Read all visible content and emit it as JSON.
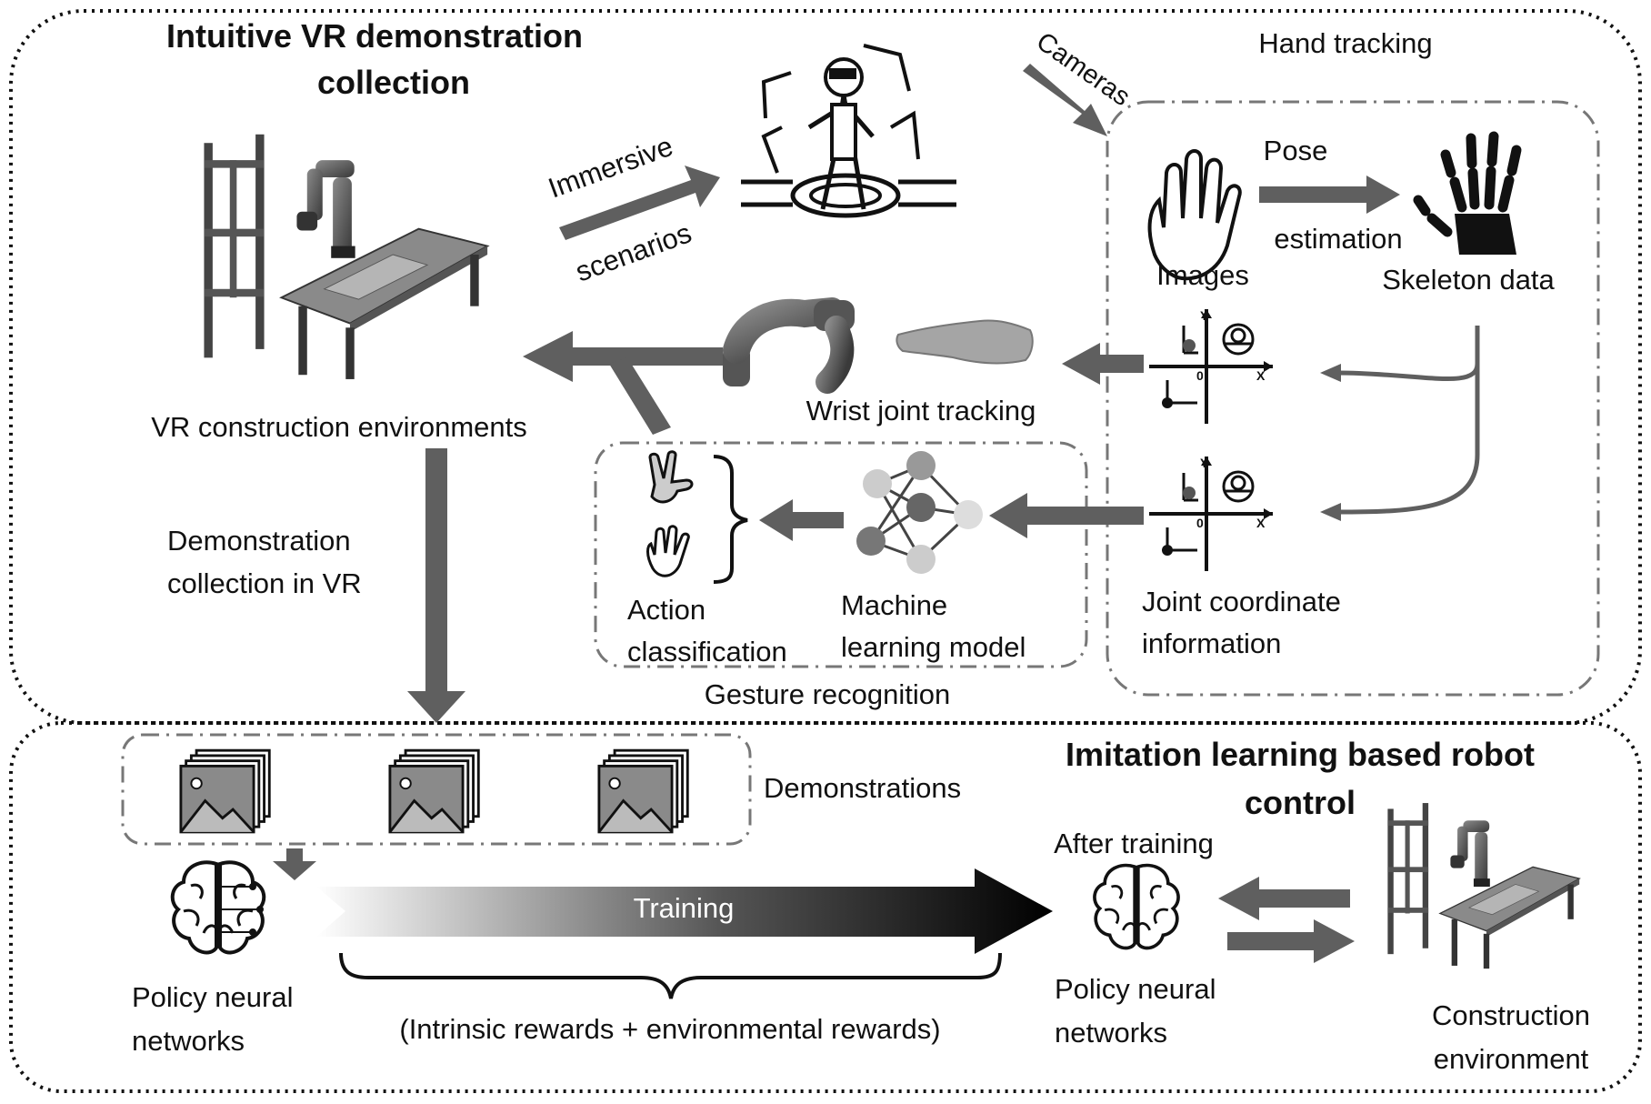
{
  "top_section": {
    "title_line1": "Intuitive VR demonstration",
    "title_line2": "collection"
  },
  "bottom_section": {
    "title_line1": "Imitation learning based robot",
    "title_line2": "control"
  },
  "labels": {
    "immersive": "Immersive",
    "scenarios": "scenarios",
    "cameras": "Cameras",
    "hand_tracking": "Hand tracking",
    "pose": "Pose",
    "estimation": "estimation",
    "images": "Images",
    "skeleton_data": "Skeleton data",
    "vr_env": "VR construction environments",
    "wrist_tracking": "Wrist joint tracking",
    "demo_collection_1": "Demonstration",
    "demo_collection_2": "collection in VR",
    "action_1": "Action",
    "action_2": "classification",
    "ml_1": "Machine",
    "ml_2": "learning model",
    "joint_1": "Joint coordinate",
    "joint_2": "information",
    "gesture_recognition": "Gesture recognition",
    "demonstrations": "Demonstrations",
    "training": "Training",
    "after_training": "After training",
    "policy_left_1": "Policy neural",
    "policy_left_2": "networks",
    "rewards": "(Intrinsic rewards + environmental rewards)",
    "policy_right_1": "Policy neural",
    "policy_right_2": "networks",
    "construction_1": "Construction",
    "construction_2": "environment"
  },
  "axis_labels": {
    "y": "Y",
    "x": "X",
    "origin": "0"
  },
  "icons": [
    "vr-robot-scene-icon",
    "vr-user-headset-icon",
    "open-hand-icon",
    "skeleton-hand-icon",
    "robot-arm-icon",
    "human-hand-icon",
    "coordinate-axes-icon",
    "gesture-hand-icon",
    "neural-network-icon",
    "image-stack-icon",
    "brain-circuit-icon",
    "brain-icon",
    "construction-robot-icon"
  ],
  "colors": {
    "arrow": "#5f5f5f",
    "border": "#222222",
    "dashdot": "#777777"
  }
}
